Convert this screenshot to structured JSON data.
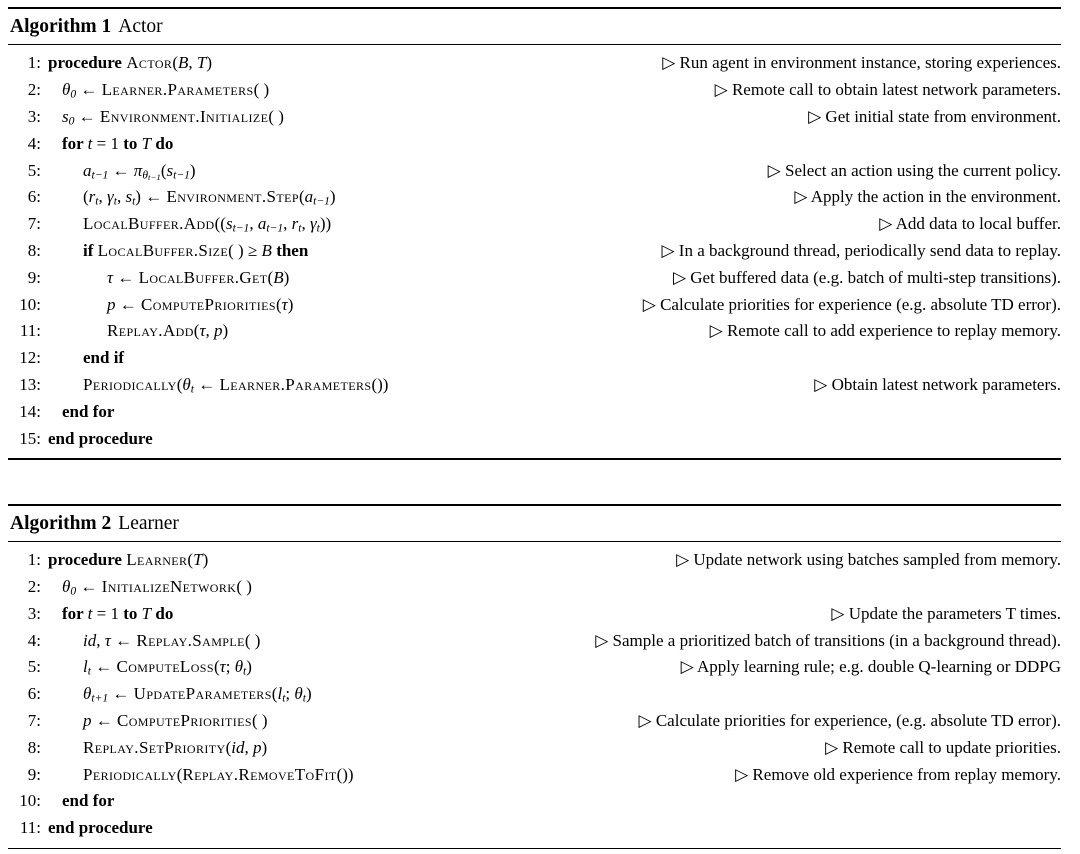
{
  "page": {
    "background": "#ffffff",
    "text_color": "#000000"
  },
  "algorithms": [
    {
      "header": {
        "label": "Algorithm 1",
        "name": "Actor"
      },
      "lines": [
        {
          "num": "1:",
          "indent": 0,
          "code": [
            {
              "t": "kw",
              "s": "procedure "
            },
            {
              "t": "sc",
              "s": "Actor"
            },
            {
              "t": "tx",
              "s": "("
            },
            {
              "t": "v",
              "s": "B"
            },
            {
              "t": "tx",
              "s": ", "
            },
            {
              "t": "v",
              "s": "T"
            },
            {
              "t": "tx",
              "s": ")"
            }
          ],
          "comment": "▷ Run agent in environment instance, storing experiences."
        },
        {
          "num": "2:",
          "indent": 1,
          "code": [
            {
              "t": "v",
              "s": "θ"
            },
            {
              "t": "sub",
              "s": "0"
            },
            {
              "t": "tx",
              "s": " ← "
            },
            {
              "t": "sc",
              "s": "Learner.Parameters"
            },
            {
              "t": "tx",
              "s": "( )"
            }
          ],
          "comment": "▷ Remote call to obtain latest network parameters."
        },
        {
          "num": "3:",
          "indent": 1,
          "code": [
            {
              "t": "v",
              "s": "s"
            },
            {
              "t": "sub",
              "s": "0"
            },
            {
              "t": "tx",
              "s": " ← "
            },
            {
              "t": "sc",
              "s": "Environment.Initialize"
            },
            {
              "t": "tx",
              "s": "( )"
            }
          ],
          "comment": "▷ Get initial state from environment."
        },
        {
          "num": "4:",
          "indent": 1,
          "code": [
            {
              "t": "kw",
              "s": "for "
            },
            {
              "t": "v",
              "s": "t"
            },
            {
              "t": "tx",
              "s": " = 1 "
            },
            {
              "t": "kw",
              "s": "to"
            },
            {
              "t": "tx",
              "s": " "
            },
            {
              "t": "v",
              "s": "T"
            },
            {
              "t": "tx",
              "s": " "
            },
            {
              "t": "kw",
              "s": "do"
            }
          ],
          "comment": ""
        },
        {
          "num": "5:",
          "indent": 2,
          "code": [
            {
              "t": "v",
              "s": "a"
            },
            {
              "t": "sub",
              "s": "t−1"
            },
            {
              "t": "tx",
              "s": " ← "
            },
            {
              "t": "v",
              "s": "π"
            },
            {
              "t": "sub",
              "s": "θ"
            },
            {
              "t": "ssub",
              "s": "t−1"
            },
            {
              "t": "tx",
              "s": "("
            },
            {
              "t": "v",
              "s": "s"
            },
            {
              "t": "sub",
              "s": "t−1"
            },
            {
              "t": "tx",
              "s": ")"
            }
          ],
          "comment": "▷ Select an action using the current policy."
        },
        {
          "num": "6:",
          "indent": 2,
          "code": [
            {
              "t": "tx",
              "s": "("
            },
            {
              "t": "v",
              "s": "r"
            },
            {
              "t": "sub",
              "s": "t"
            },
            {
              "t": "tx",
              "s": ", "
            },
            {
              "t": "v",
              "s": "γ"
            },
            {
              "t": "sub",
              "s": "t"
            },
            {
              "t": "tx",
              "s": ", "
            },
            {
              "t": "v",
              "s": "s"
            },
            {
              "t": "sub",
              "s": "t"
            },
            {
              "t": "tx",
              "s": ") ← "
            },
            {
              "t": "sc",
              "s": "Environment.Step"
            },
            {
              "t": "tx",
              "s": "("
            },
            {
              "t": "v",
              "s": "a"
            },
            {
              "t": "sub",
              "s": "t−1"
            },
            {
              "t": "tx",
              "s": ")"
            }
          ],
          "comment": "▷ Apply the action in the environment."
        },
        {
          "num": "7:",
          "indent": 2,
          "code": [
            {
              "t": "sc",
              "s": "LocalBuffer.Add"
            },
            {
              "t": "tx",
              "s": "(("
            },
            {
              "t": "v",
              "s": "s"
            },
            {
              "t": "sub",
              "s": "t−1"
            },
            {
              "t": "tx",
              "s": ", "
            },
            {
              "t": "v",
              "s": "a"
            },
            {
              "t": "sub",
              "s": "t−1"
            },
            {
              "t": "tx",
              "s": ", "
            },
            {
              "t": "v",
              "s": "r"
            },
            {
              "t": "sub",
              "s": "t"
            },
            {
              "t": "tx",
              "s": ", "
            },
            {
              "t": "v",
              "s": "γ"
            },
            {
              "t": "sub",
              "s": "t"
            },
            {
              "t": "tx",
              "s": "))"
            }
          ],
          "comment": "▷ Add data to local buffer."
        },
        {
          "num": "8:",
          "indent": 2,
          "code": [
            {
              "t": "kw",
              "s": "if "
            },
            {
              "t": "sc",
              "s": "LocalBuffer.Size"
            },
            {
              "t": "tx",
              "s": "( ) ≥ "
            },
            {
              "t": "v",
              "s": "B"
            },
            {
              "t": "tx",
              "s": " "
            },
            {
              "t": "kw",
              "s": "then"
            }
          ],
          "comment": "▷ In a background thread, periodically send data to replay."
        },
        {
          "num": "9:",
          "indent": 3,
          "code": [
            {
              "t": "v",
              "s": "τ"
            },
            {
              "t": "tx",
              "s": " ← "
            },
            {
              "t": "sc",
              "s": "LocalBuffer.Get"
            },
            {
              "t": "tx",
              "s": "("
            },
            {
              "t": "v",
              "s": "B"
            },
            {
              "t": "tx",
              "s": ")"
            }
          ],
          "comment": "▷ Get buffered data (e.g. batch of multi-step transitions)."
        },
        {
          "num": "10:",
          "indent": 3,
          "code": [
            {
              "t": "v",
              "s": "p"
            },
            {
              "t": "tx",
              "s": " ← "
            },
            {
              "t": "sc",
              "s": "ComputePriorities"
            },
            {
              "t": "tx",
              "s": "("
            },
            {
              "t": "v",
              "s": "τ"
            },
            {
              "t": "tx",
              "s": ")"
            }
          ],
          "comment": "▷ Calculate priorities for experience (e.g. absolute TD error)."
        },
        {
          "num": "11:",
          "indent": 3,
          "code": [
            {
              "t": "sc",
              "s": "Replay.Add"
            },
            {
              "t": "tx",
              "s": "("
            },
            {
              "t": "v",
              "s": "τ"
            },
            {
              "t": "tx",
              "s": ", "
            },
            {
              "t": "v",
              "s": "p"
            },
            {
              "t": "tx",
              "s": ")"
            }
          ],
          "comment": "▷ Remote call to add experience to replay memory."
        },
        {
          "num": "12:",
          "indent": 2,
          "code": [
            {
              "t": "kw",
              "s": "end if"
            }
          ],
          "comment": ""
        },
        {
          "num": "13:",
          "indent": 2,
          "code": [
            {
              "t": "sc",
              "s": "Periodically"
            },
            {
              "t": "tx",
              "s": "("
            },
            {
              "t": "v",
              "s": "θ"
            },
            {
              "t": "sub",
              "s": "t"
            },
            {
              "t": "tx",
              "s": " ← "
            },
            {
              "t": "sc",
              "s": "Learner.Parameters"
            },
            {
              "t": "tx",
              "s": "())"
            }
          ],
          "comment": "▷ Obtain latest network parameters."
        },
        {
          "num": "14:",
          "indent": 1,
          "code": [
            {
              "t": "kw",
              "s": "end for"
            }
          ],
          "comment": ""
        },
        {
          "num": "15:",
          "indent": 0,
          "code": [
            {
              "t": "kw",
              "s": "end procedure"
            }
          ],
          "comment": ""
        }
      ]
    },
    {
      "header": {
        "label": "Algorithm 2",
        "name": "Learner"
      },
      "lines": [
        {
          "num": "1:",
          "indent": 0,
          "code": [
            {
              "t": "kw",
              "s": "procedure "
            },
            {
              "t": "sc",
              "s": "Learner"
            },
            {
              "t": "tx",
              "s": "("
            },
            {
              "t": "v",
              "s": "T"
            },
            {
              "t": "tx",
              "s": ")"
            }
          ],
          "comment": "▷ Update network using batches sampled from memory."
        },
        {
          "num": "2:",
          "indent": 1,
          "code": [
            {
              "t": "v",
              "s": "θ"
            },
            {
              "t": "sub",
              "s": "0"
            },
            {
              "t": "tx",
              "s": " ← "
            },
            {
              "t": "sc",
              "s": "InitializeNetwork"
            },
            {
              "t": "tx",
              "s": "( )"
            }
          ],
          "comment": ""
        },
        {
          "num": "3:",
          "indent": 1,
          "code": [
            {
              "t": "kw",
              "s": "for "
            },
            {
              "t": "v",
              "s": "t"
            },
            {
              "t": "tx",
              "s": " = 1 "
            },
            {
              "t": "kw",
              "s": "to"
            },
            {
              "t": "tx",
              "s": " "
            },
            {
              "t": "v",
              "s": "T"
            },
            {
              "t": "tx",
              "s": " "
            },
            {
              "t": "kw",
              "s": "do"
            }
          ],
          "comment": "▷ Update the parameters T times."
        },
        {
          "num": "4:",
          "indent": 2,
          "code": [
            {
              "t": "v",
              "s": "id"
            },
            {
              "t": "tx",
              "s": ", "
            },
            {
              "t": "v",
              "s": "τ"
            },
            {
              "t": "tx",
              "s": " ← "
            },
            {
              "t": "sc",
              "s": "Replay.Sample"
            },
            {
              "t": "tx",
              "s": "( )"
            }
          ],
          "comment": "▷ Sample a prioritized batch of transitions (in a background thread)."
        },
        {
          "num": "5:",
          "indent": 2,
          "code": [
            {
              "t": "v",
              "s": "l"
            },
            {
              "t": "sub",
              "s": "t"
            },
            {
              "t": "tx",
              "s": " ← "
            },
            {
              "t": "sc",
              "s": "ComputeLoss"
            },
            {
              "t": "tx",
              "s": "("
            },
            {
              "t": "v",
              "s": "τ"
            },
            {
              "t": "tx",
              "s": "; "
            },
            {
              "t": "v",
              "s": "θ"
            },
            {
              "t": "sub",
              "s": "t"
            },
            {
              "t": "tx",
              "s": ")"
            }
          ],
          "comment": "▷ Apply learning rule; e.g. double Q-learning or DDPG"
        },
        {
          "num": "6:",
          "indent": 2,
          "code": [
            {
              "t": "v",
              "s": "θ"
            },
            {
              "t": "sub",
              "s": "t+1"
            },
            {
              "t": "tx",
              "s": " ← "
            },
            {
              "t": "sc",
              "s": "UpdateParameters"
            },
            {
              "t": "tx",
              "s": "("
            },
            {
              "t": "v",
              "s": "l"
            },
            {
              "t": "sub",
              "s": "t"
            },
            {
              "t": "tx",
              "s": "; "
            },
            {
              "t": "v",
              "s": "θ"
            },
            {
              "t": "sub",
              "s": "t"
            },
            {
              "t": "tx",
              "s": ")"
            }
          ],
          "comment": ""
        },
        {
          "num": "7:",
          "indent": 2,
          "code": [
            {
              "t": "v",
              "s": "p"
            },
            {
              "t": "tx",
              "s": " ← "
            },
            {
              "t": "sc",
              "s": "ComputePriorities"
            },
            {
              "t": "tx",
              "s": "( )"
            }
          ],
          "comment": "▷ Calculate priorities for experience, (e.g. absolute TD error)."
        },
        {
          "num": "8:",
          "indent": 2,
          "code": [
            {
              "t": "sc",
              "s": "Replay.SetPriority"
            },
            {
              "t": "tx",
              "s": "("
            },
            {
              "t": "v",
              "s": "id"
            },
            {
              "t": "tx",
              "s": ", "
            },
            {
              "t": "v",
              "s": "p"
            },
            {
              "t": "tx",
              "s": ")"
            }
          ],
          "comment": "▷ Remote call to update priorities."
        },
        {
          "num": "9:",
          "indent": 2,
          "code": [
            {
              "t": "sc",
              "s": "Periodically"
            },
            {
              "t": "tx",
              "s": "("
            },
            {
              "t": "sc",
              "s": "Replay.RemoveToFit"
            },
            {
              "t": "tx",
              "s": "())"
            }
          ],
          "comment": "▷ Remove old experience from replay memory."
        },
        {
          "num": "10:",
          "indent": 1,
          "code": [
            {
              "t": "kw",
              "s": "end for"
            }
          ],
          "comment": ""
        },
        {
          "num": "11:",
          "indent": 0,
          "code": [
            {
              "t": "kw",
              "s": "end procedure"
            }
          ],
          "comment": ""
        }
      ]
    }
  ]
}
